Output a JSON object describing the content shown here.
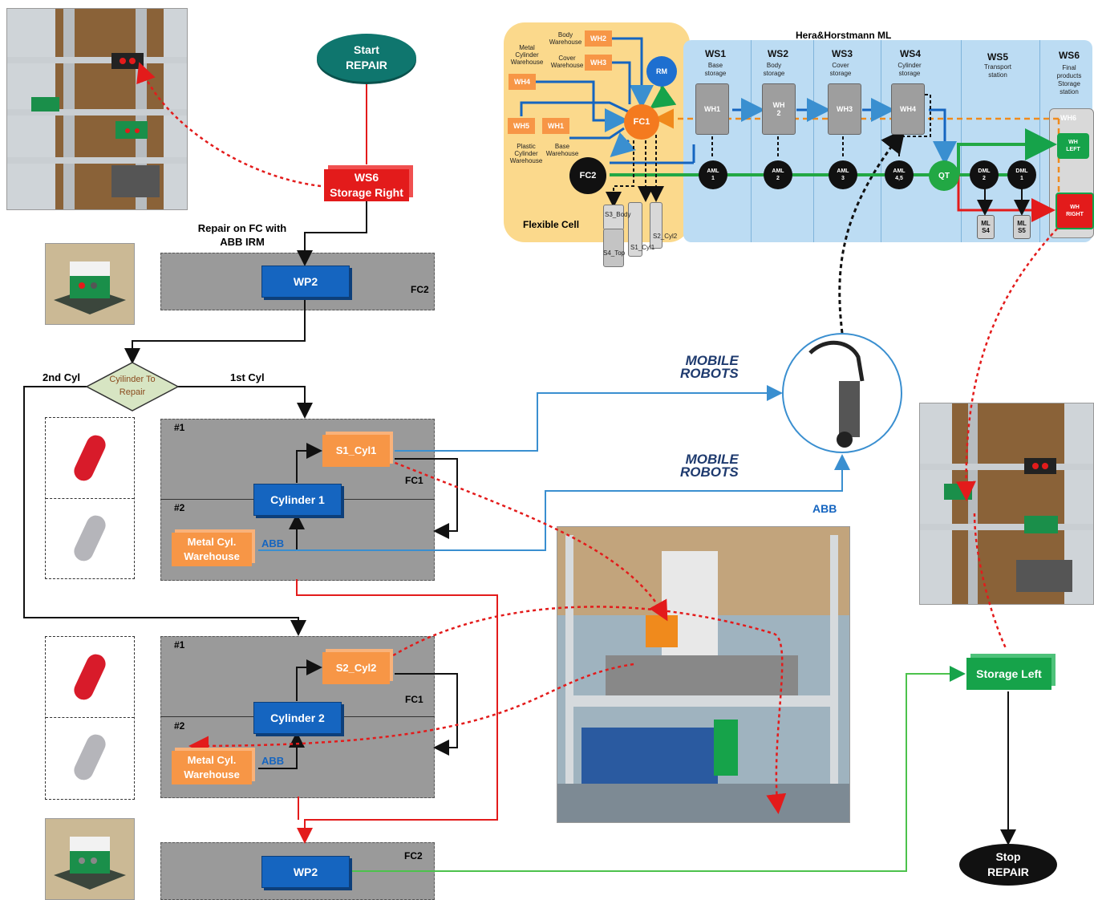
{
  "left_flow": {
    "start": "Start\nREPAIR",
    "ws6_storage_right": "WS6\nStorage Right",
    "repair_note": "Repair on FC with\nABB IRM",
    "wp2_top": "WP2",
    "fc2_top": "FC2",
    "decision": "Cyilinder To\nRepair",
    "second_cyl": "2nd Cyl",
    "first_cyl": "1st Cyl",
    "group1": {
      "step1": "#1",
      "step2": "#2",
      "cylinder": "Cylinder 1",
      "slot": "S1_Cyl1",
      "warehouse": "Metal Cyl.\nWarehouse",
      "abb": "ABB",
      "fc": "FC1"
    },
    "group2": {
      "step1": "#1",
      "step2": "#2",
      "cylinder": "Cylinder 2",
      "slot": "S2_Cyl2",
      "warehouse": "Metal Cyl.\nWarehouse",
      "abb": "ABB",
      "fc": "FC1"
    },
    "wp2_bottom": "WP2",
    "fc2_bottom": "FC2"
  },
  "right_flow": {
    "storage_left": "Storage Left",
    "stop": "Stop\nREPAIR",
    "mobile_robots_1": "MOBILE\nROBOTS",
    "mobile_robots_2": "MOBILE\nROBOTS",
    "abb_label": "ABB"
  },
  "layout_diagram": {
    "title": "Hera&Horstmann ML",
    "flexible_cell": "Flexible Cell",
    "warehouses": {
      "body_wh": "Body\nWarehouse",
      "metal_cyl_wh": "Metal\nCylinder\nWarehouse",
      "cover_wh": "Cover\nWarehouse",
      "plastic_cyl_wh": "Plastic\nCylinder\nWarehouse",
      "base_wh": "Base\nWarehouse"
    },
    "wh_labels": [
      "WH2",
      "WH3",
      "WH4",
      "WH5",
      "WH1"
    ],
    "rm": "RM",
    "fc1": "FC1",
    "fc2": "FC2",
    "stations": [
      {
        "name": "WS1",
        "desc": "Base\nstorage",
        "wh": "WH1",
        "aml": "AML\n1"
      },
      {
        "name": "WS2",
        "desc": "Body\nstorage",
        "wh": "WH\n2",
        "aml": "AML\n2"
      },
      {
        "name": "WS3",
        "desc": "Cover\nstorage",
        "wh": "WH3",
        "aml": "AML\n3"
      },
      {
        "name": "WS4",
        "desc": "Cylinder\nstorage",
        "wh": "WH4",
        "aml": "AML\n4,5"
      },
      {
        "name": "WS5",
        "desc": "Transport\nstation"
      },
      {
        "name": "WS6",
        "desc": "Final\nproducts\nStorage\nstation"
      }
    ],
    "qt": "QT",
    "dml2": "DML\n2",
    "dml1": "DML\n1",
    "ml_s4": "ML\nS4",
    "ml_s5": "ML\nS5",
    "wh6": "WH6",
    "wh_left": "WH\nLEFT",
    "wh_right": "WH\nRIGHT",
    "slots": [
      "S3_Body",
      "S4_Top",
      "S1_Cyl1",
      "S2_Cyl2"
    ]
  },
  "colors": {
    "red": "#e31b1b",
    "green": "#16a34a",
    "orange": "#f79646",
    "blue": "#1565c0",
    "teal": "#0f766e",
    "flow_blue": "#3a8fd0"
  }
}
